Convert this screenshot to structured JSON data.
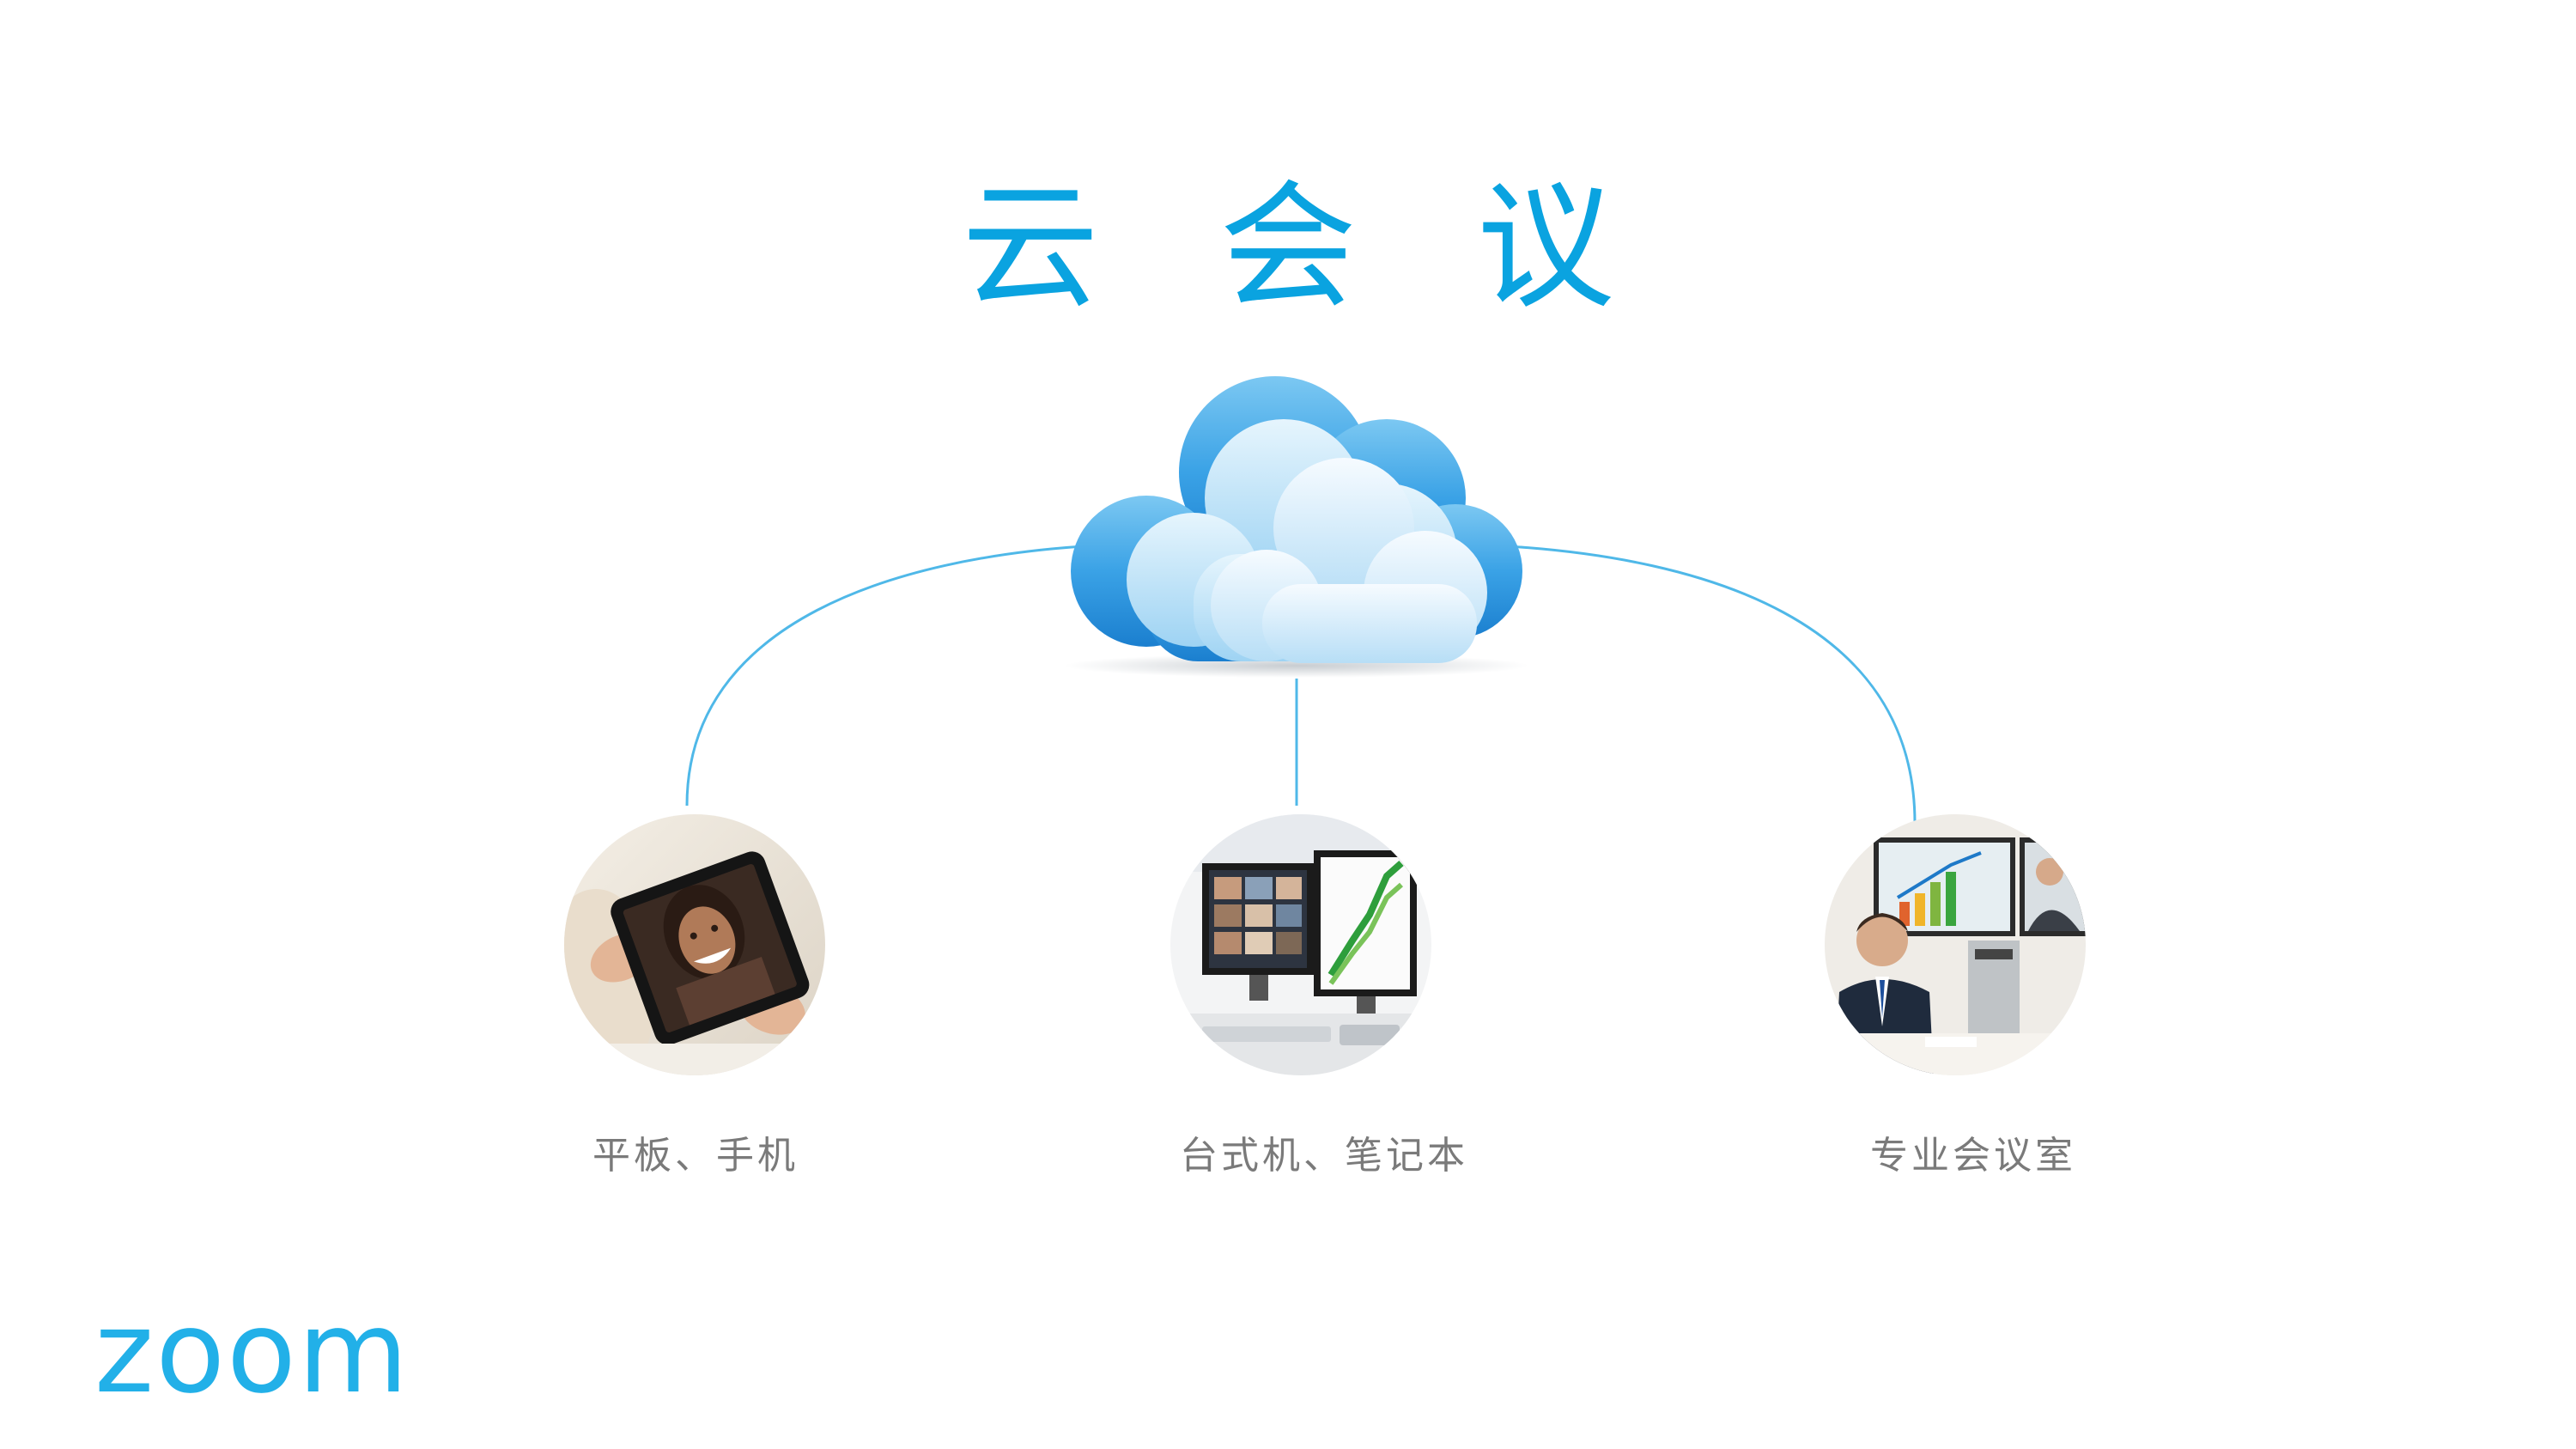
{
  "title": "云会议",
  "title_chars": [
    "云",
    "会",
    "议"
  ],
  "brand": {
    "logo_text": "zoom",
    "color": "#22b0e8"
  },
  "accent_color": "#0aa3e0",
  "link_color": "#4fb8e8",
  "hub": {
    "icon": "cloud-icon"
  },
  "endpoints": [
    {
      "label": "平板、手机",
      "icon": "tablet-video-call-photo"
    },
    {
      "label": "台式机、笔记本",
      "icon": "desktop-workstation-photo"
    },
    {
      "label": "专业会议室",
      "icon": "conference-room-photo"
    }
  ]
}
